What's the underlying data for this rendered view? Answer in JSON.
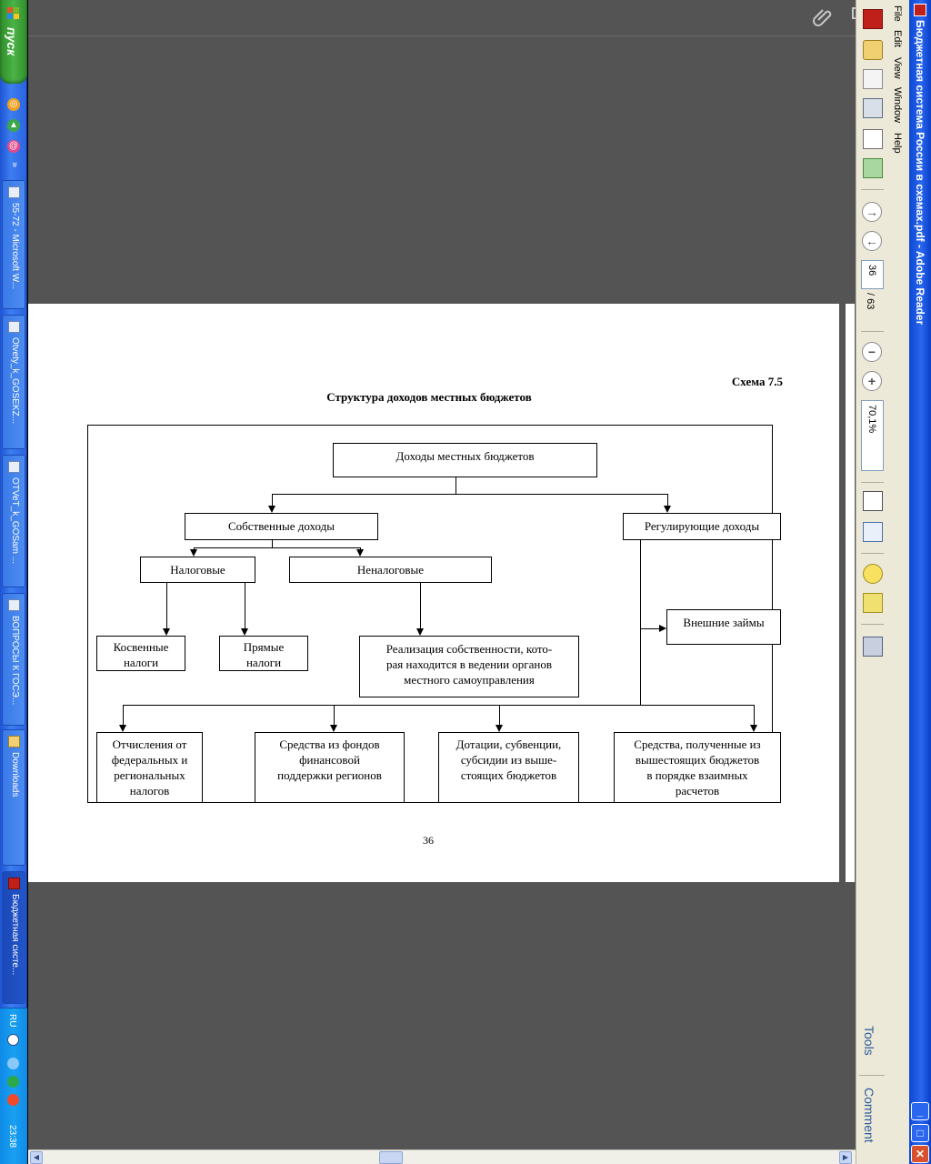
{
  "taskbar": {
    "start_label": "пуск",
    "quick_launch_more": "»",
    "tasks": [
      {
        "label": "55-72 - Microsoft W..."
      },
      {
        "label": "Otvety_k_GOSEKZ..."
      },
      {
        "label": "OTVeT_k_GOSam ..."
      },
      {
        "label": "ВОПРОСЫ К ГОСЭ..."
      },
      {
        "label": "Downloads"
      },
      {
        "label": "Бюджетная систе..."
      }
    ],
    "tray": {
      "lang": "RU",
      "clock": "23:38"
    }
  },
  "window": {
    "title": "Бюджетная система России в схемах.pdf - Adobe Reader",
    "min_glyph": "_",
    "max_glyph": "□",
    "close_glyph": "✕"
  },
  "menu": {
    "items": [
      "File",
      "Edit",
      "View",
      "Window",
      "Help"
    ]
  },
  "toolbar": {
    "page_current": "36",
    "page_sep": "/ 63",
    "zoom": "70,1%",
    "zoom_out_glyph": "−",
    "zoom_in_glyph": "+",
    "tools_label": "Tools",
    "comment_label": "Comment"
  },
  "document": {
    "scheme_no": "Схема 7.5",
    "title": "Структура доходов местных бюджетов",
    "root": "Доходы местных бюджетов",
    "own": "Собственные доходы",
    "regulating": "Регулирующие доходы",
    "tax": "Налоговые",
    "nontax": "Неналоговые",
    "indirect_l1": "Косвенные",
    "indirect_l2": "налоги",
    "direct_l1": "Прямые",
    "direct_l2": "налоги",
    "property_l1": "Реализация собственности, кото-",
    "property_l2": "рая находится в ведении органов",
    "property_l3": "местного самоуправления",
    "loans": "Внешние займы",
    "deductions_l1": "Отчисления от",
    "deductions_l2": "федеральных и",
    "deductions_l3": "региональных",
    "deductions_l4": "налогов",
    "funds_l1": "Средства из фондов",
    "funds_l2": "финансовой",
    "funds_l3": "поддержки регионов",
    "grants_l1": "Дотации, субвенции,",
    "grants_l2": "субсидии из выше-",
    "grants_l3": "стоящих бюджетов",
    "received_l1": "Средства, полученные из",
    "received_l2": "вышестоящих бюджетов",
    "received_l3": "в порядке взаимных",
    "received_l4": "расчетов",
    "page_number": "36"
  },
  "colors": {
    "xp_blue": "#2a66ee",
    "xp_green": "#4bb347",
    "reader_bg": "#545454",
    "toolbar_bg": "#ece9d8"
  }
}
